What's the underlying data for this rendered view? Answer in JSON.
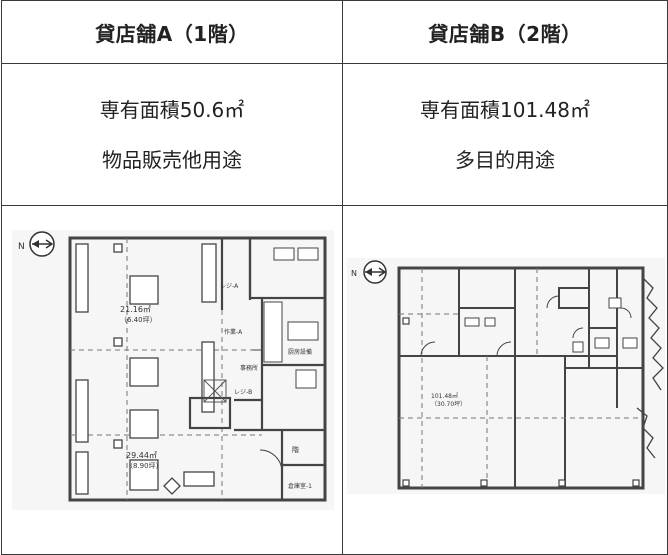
{
  "columns": [
    {
      "header": "貸店舗A（1階）",
      "area_text": "専有面積50.6㎡",
      "use_text": "物品販売他用途",
      "plan_labels": {
        "compass": "N",
        "room_upper": "21.16㎡",
        "room_upper_tsubo": "（6.40坪）",
        "room_lower": "29.44㎡",
        "room_lower_tsubo": "（8.90坪）",
        "reg_a": "レジ-A",
        "reg_b": "レジ-B",
        "counter": "作業-A",
        "kitchen": "厨房設備",
        "storage": "事務所",
        "stair": "階",
        "sub": "倉庫室-1"
      }
    },
    {
      "header": "貸店舗B（2階）",
      "area_text": "専有面積101.48㎡",
      "use_text": "多目的用途",
      "plan_labels": {
        "compass": "N",
        "room_main": "101.48㎡",
        "room_main_tsubo": "（30.70坪）"
      }
    }
  ],
  "colors": {
    "border": "#3a3a3a",
    "wall": "#444444",
    "dash": "#666666",
    "plan_bg": "#f4f4f4"
  }
}
